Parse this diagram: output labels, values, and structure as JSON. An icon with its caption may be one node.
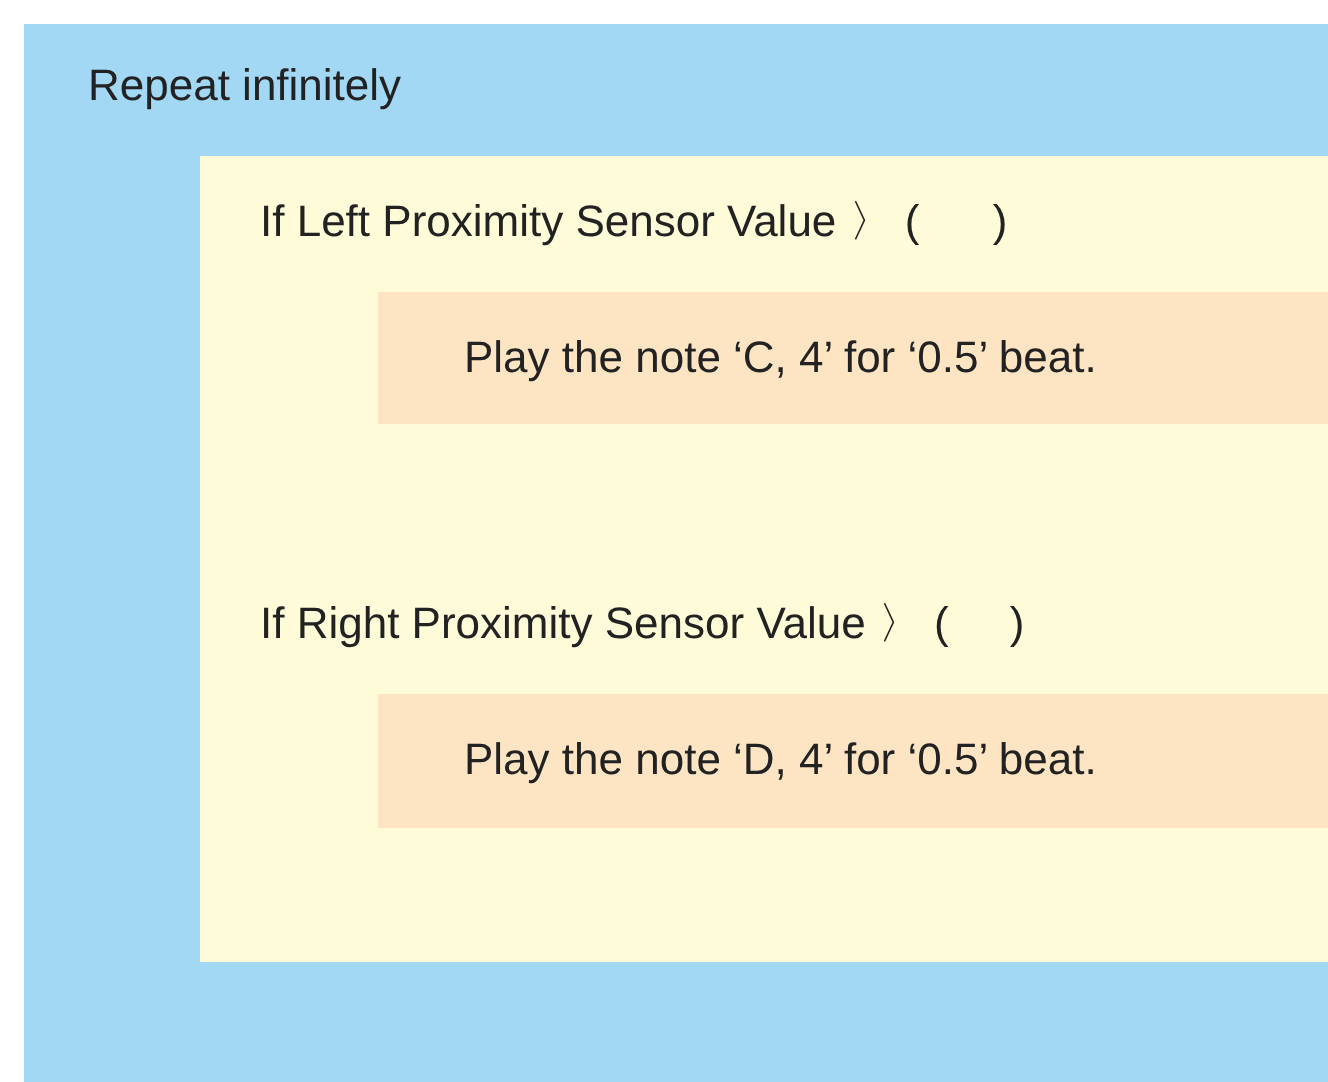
{
  "diagram": {
    "nodes": [
      {
        "text": [
          "Repeat infinitely"
        ]
      },
      {
        "text": [],
        "shape": "box",
        "in": 0
      },
      {
        "text": [
          "Play the note ‘C, 4’ for ‘0.5’ beat."
        ],
        "in": 1
      },
      {
        "text": [
          "Play the note ‘D, 4’ for ‘0.5’ beat."
        ],
        "in": 1
      }
    ],
    "labels": [
      "If Left Proximity Sensor Value 〉 (      )",
      "If Right Proximity Sensor Value 〉 (     )"
    ]
  }
}
